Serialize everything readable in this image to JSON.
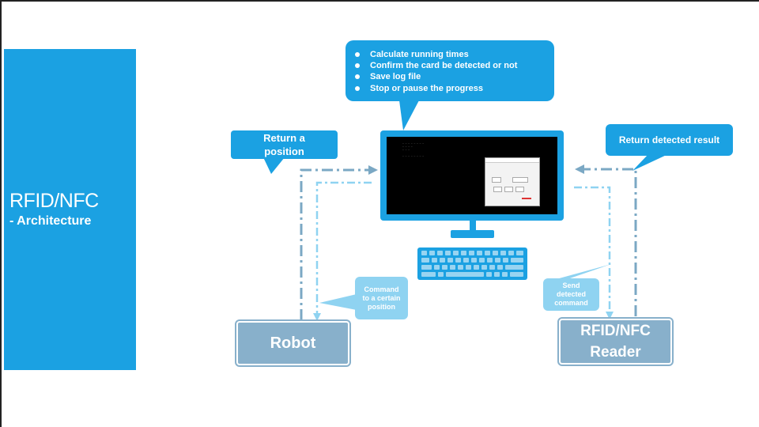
{
  "sidebar": {
    "title": "RFID/NFC",
    "subtitle": "- Architecture"
  },
  "features": [
    "Calculate running times",
    "Confirm the card be detected or not",
    "Save log file",
    "Stop or pause the progress"
  ],
  "callouts": {
    "return_position": "Return a position",
    "return_detected": "Return detected result",
    "command": "Command to a certain position",
    "send_detected": "Send detected command"
  },
  "nodes": {
    "robot": "Robot",
    "reader": "RFID/NFC Reader"
  },
  "colors": {
    "primary": "#1ba1e2",
    "light": "#8fd3f1",
    "node": "#88b0cb",
    "arrow": "#7ba8c4",
    "arrow_light": "#8fd3f1"
  }
}
